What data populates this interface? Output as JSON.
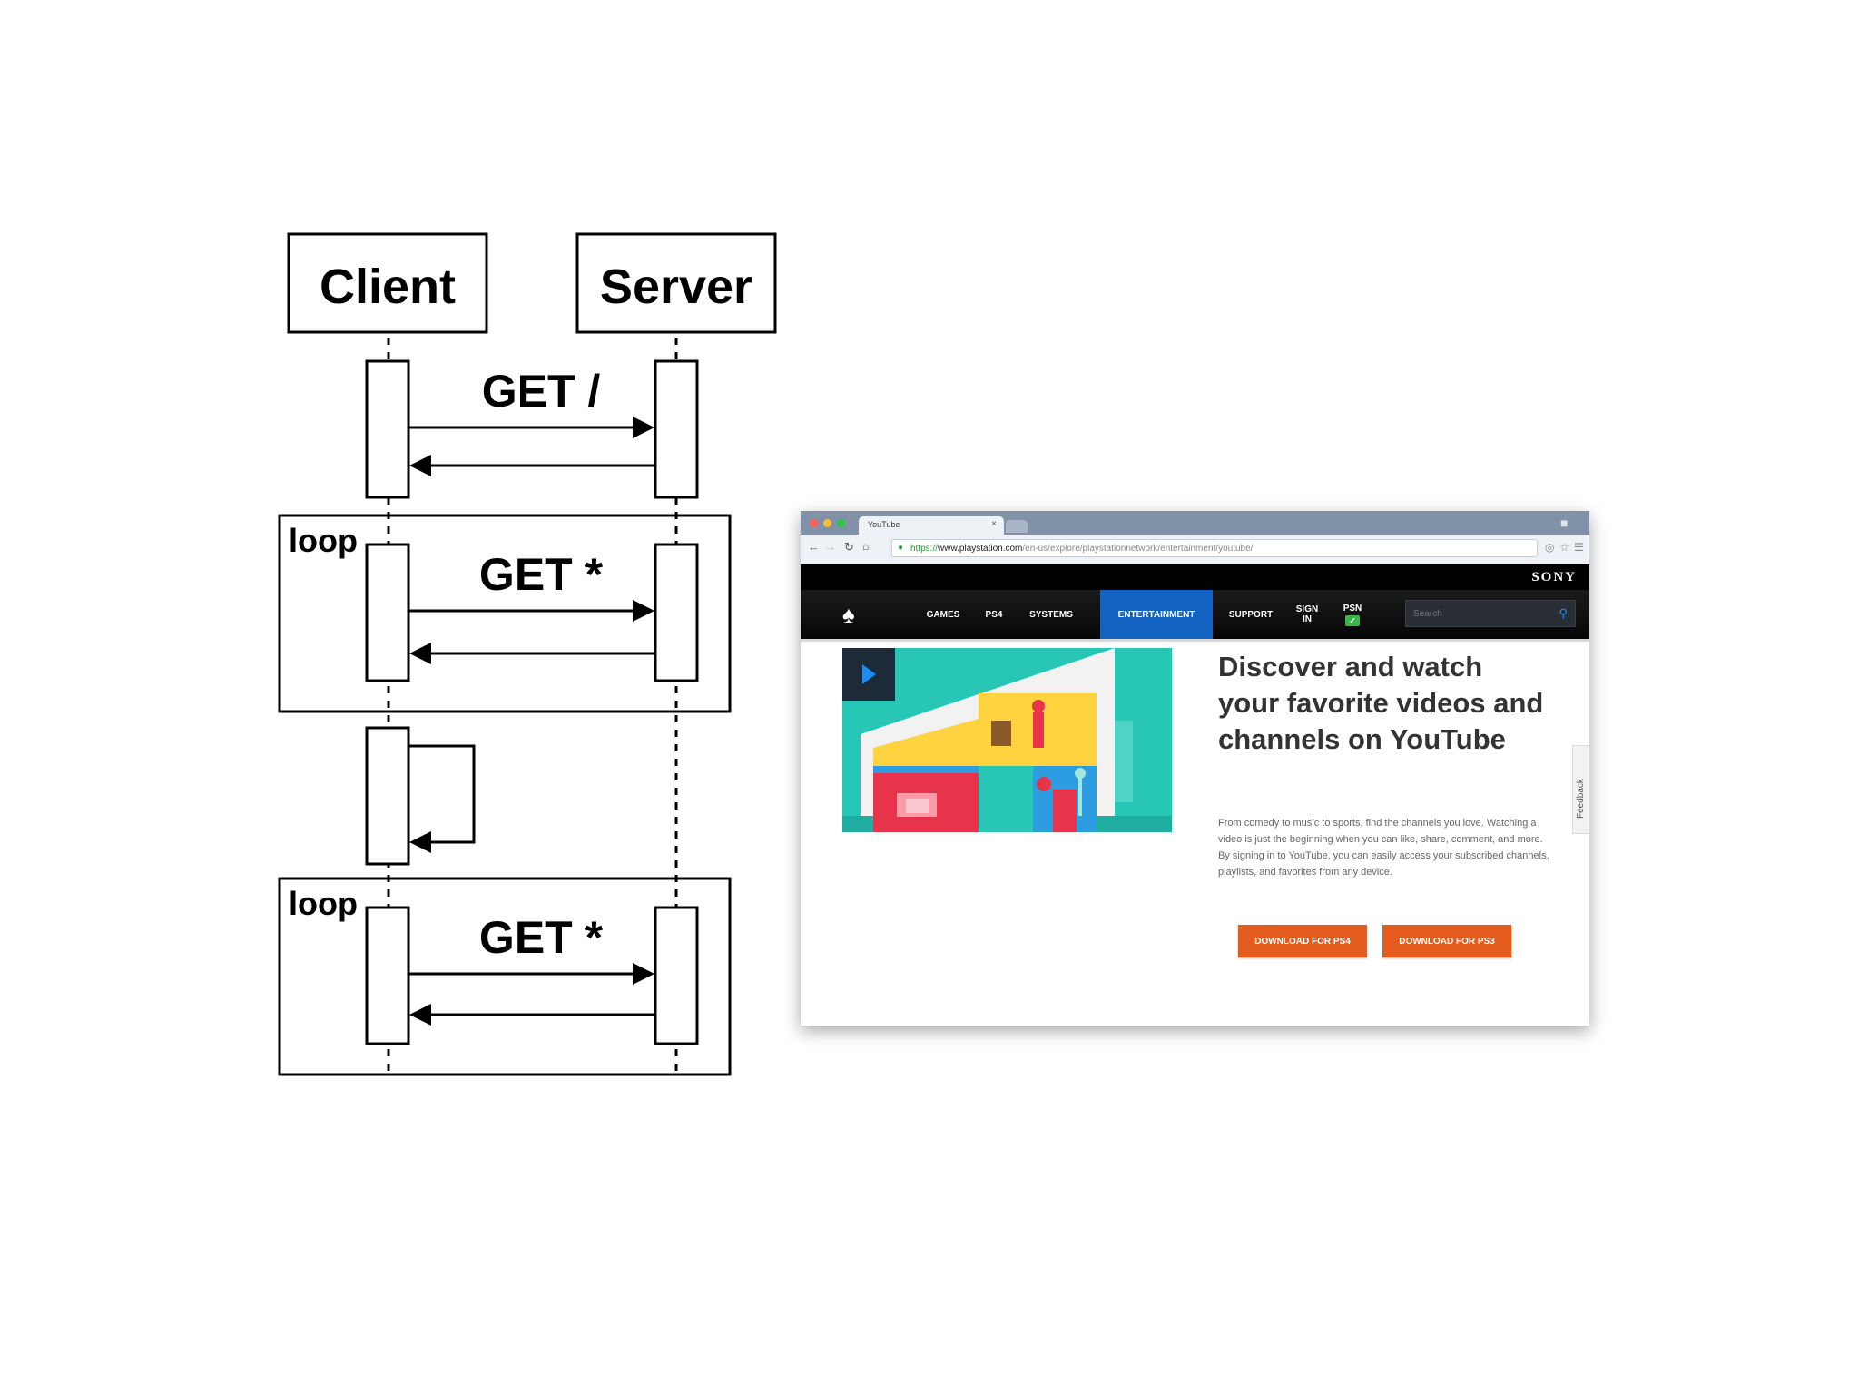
{
  "diagram": {
    "participants": [
      "Client",
      "Server"
    ],
    "messages": [
      "GET /",
      "GET *",
      "GET *"
    ],
    "fragments": [
      "loop",
      "loop"
    ]
  },
  "browser": {
    "tab_title": "YouTube",
    "tab_close": "×",
    "url_https": "https://",
    "url_host": "www.playstation.com",
    "url_path": "/en-us/explore/playstationnetwork/entertainment/youtube/",
    "brand": "SONY",
    "nav": {
      "games": "GAMES",
      "ps4": "PS4",
      "systems": "SYSTEMS",
      "entertainment": "ENTERTAINMENT",
      "support": "SUPPORT",
      "sign_in": "SIGN IN",
      "psn": "PSN"
    },
    "search_placeholder": "Search",
    "headline": "Discover and watch your favorite videos and channels on YouTube",
    "body": "From comedy to music to sports, find the channels you love. Watching a video is just the beginning when you can like, share, comment, and more. By signing in to YouTube, you can easily access your subscribed channels, playlists, and favorites from any device.",
    "btn_ps4": "DOWNLOAD FOR PS4",
    "btn_ps3": "DOWNLOAD FOR PS3",
    "feedback": "Feedback",
    "colors": {
      "nav_active": "#1262c2",
      "button": "#e35b1d",
      "psn_badge": "#3bb54a"
    }
  }
}
